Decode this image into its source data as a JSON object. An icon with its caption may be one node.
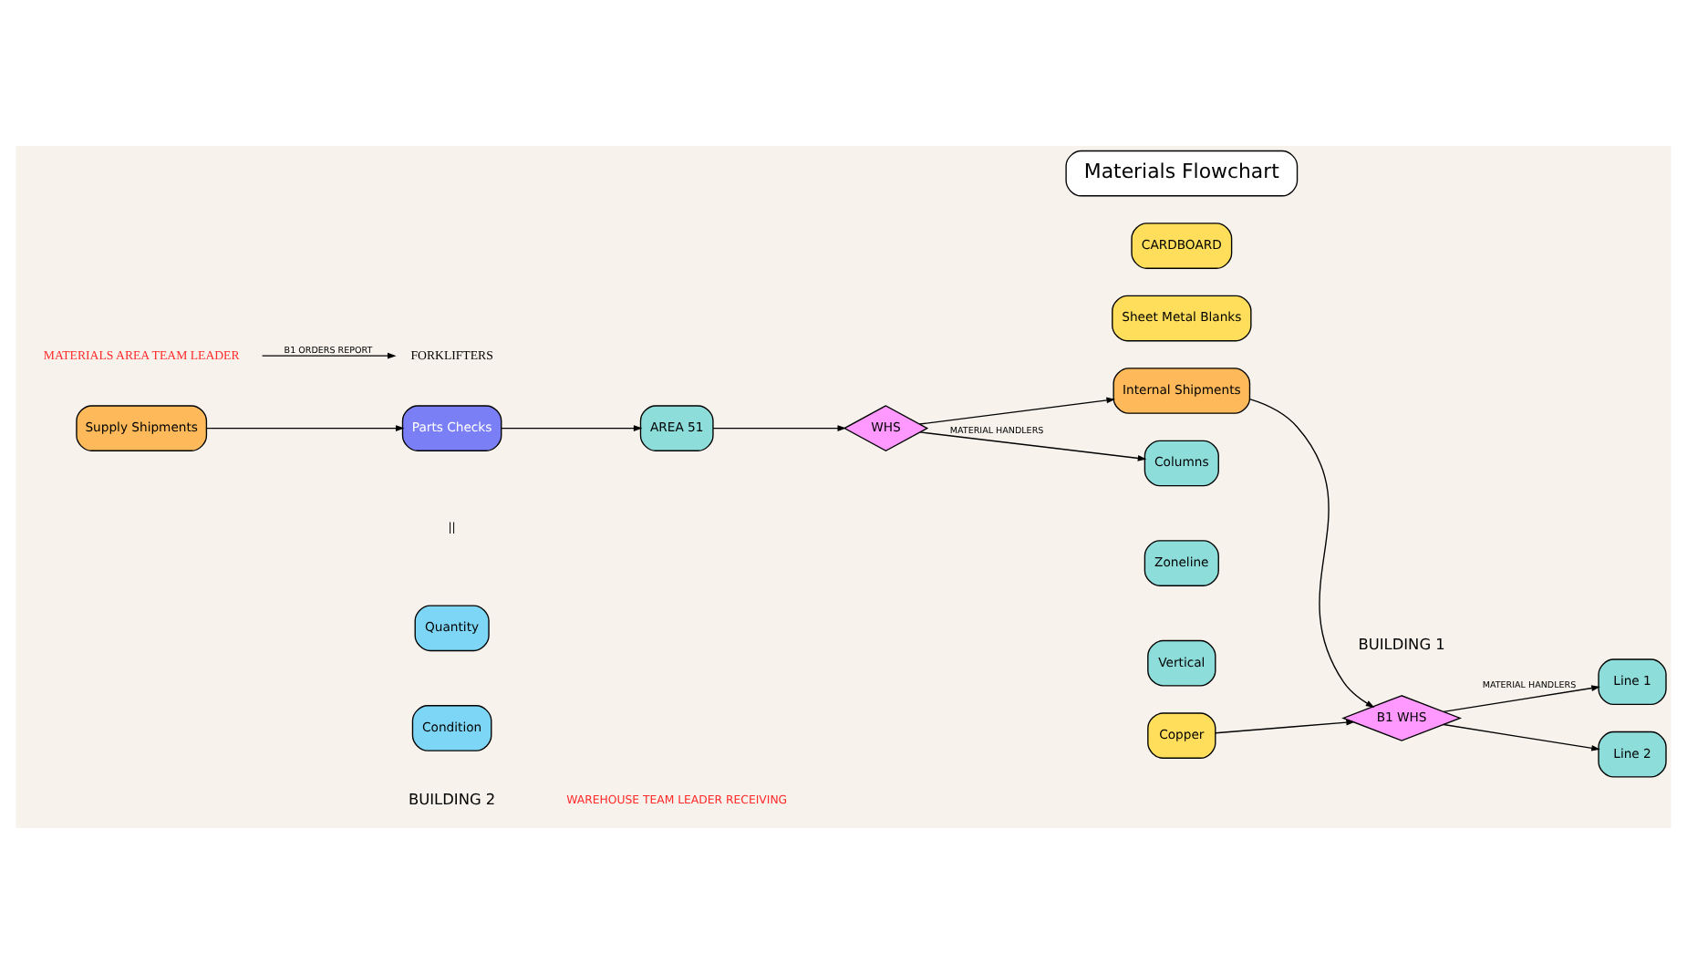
{
  "diagram": {
    "nodes": [
      {
        "text": [
          "Supply Shipments"
        ]
      },
      {
        "text": [
          "Parts Checks"
        ]
      },
      {
        "text": [
          "AREA 51"
        ]
      },
      {
        "text": [
          "Quantity"
        ]
      },
      {
        "text": [
          "Condition"
        ]
      },
      {
        "text": [
          "WHS"
        ]
      },
      {
        "text": [
          "FORKLIFTERS"
        ]
      },
      {
        "text": [
          "MATERIALS AREA TEAM LEADER"
        ]
      },
      {
        "text": [
          "Internal Shipments"
        ]
      },
      {
        "text": [
          "Sheet Metal Blanks"
        ]
      },
      {
        "text": [
          "CARDBOARD"
        ]
      },
      {
        "text": [
          "Copper"
        ]
      },
      {
        "text": [
          "B1 WHS"
        ]
      },
      {
        "text": [
          "Line 1"
        ]
      },
      {
        "text": [
          "Line 2"
        ]
      },
      {
        "text": [
          "Columns"
        ]
      },
      {
        "text": [
          "Zoneline"
        ]
      },
      {
        "text": [
          "Vertical"
        ]
      },
      {
        "text": [
          "Materials Flowchart"
        ]
      }
    ],
    "edges": [
      {
        "from": 0,
        "to": 1,
        "arrow": "to"
      },
      {
        "from": 1,
        "to": 2,
        "arrow": "to"
      },
      {
        "from": 2,
        "to": 5,
        "arrow": "to"
      },
      {
        "from": 7,
        "to": 6,
        "arrow": "to",
        "label": "B1 ORDERS REPORT"
      },
      {
        "from": 5,
        "to": 8,
        "arrow": "to"
      },
      {
        "from": 8,
        "to": 12,
        "arrow": "to"
      },
      {
        "from": 11,
        "to": 12,
        "arrow": "to"
      },
      {
        "from": 12,
        "to": 13,
        "arrow": "to",
        "label": "MATERIAL HANDLERS"
      },
      {
        "from": 12,
        "to": 14,
        "arrow": "to"
      },
      {
        "from": 5,
        "to": 15,
        "arrow": "to",
        "label": "MATERIAL HANDLERS"
      }
    ],
    "labels": [
      "BUILDING 2",
      "BUILDING 1",
      "WAREHOUSE TEAM LEADER RECEIVING",
      "||"
    ]
  }
}
